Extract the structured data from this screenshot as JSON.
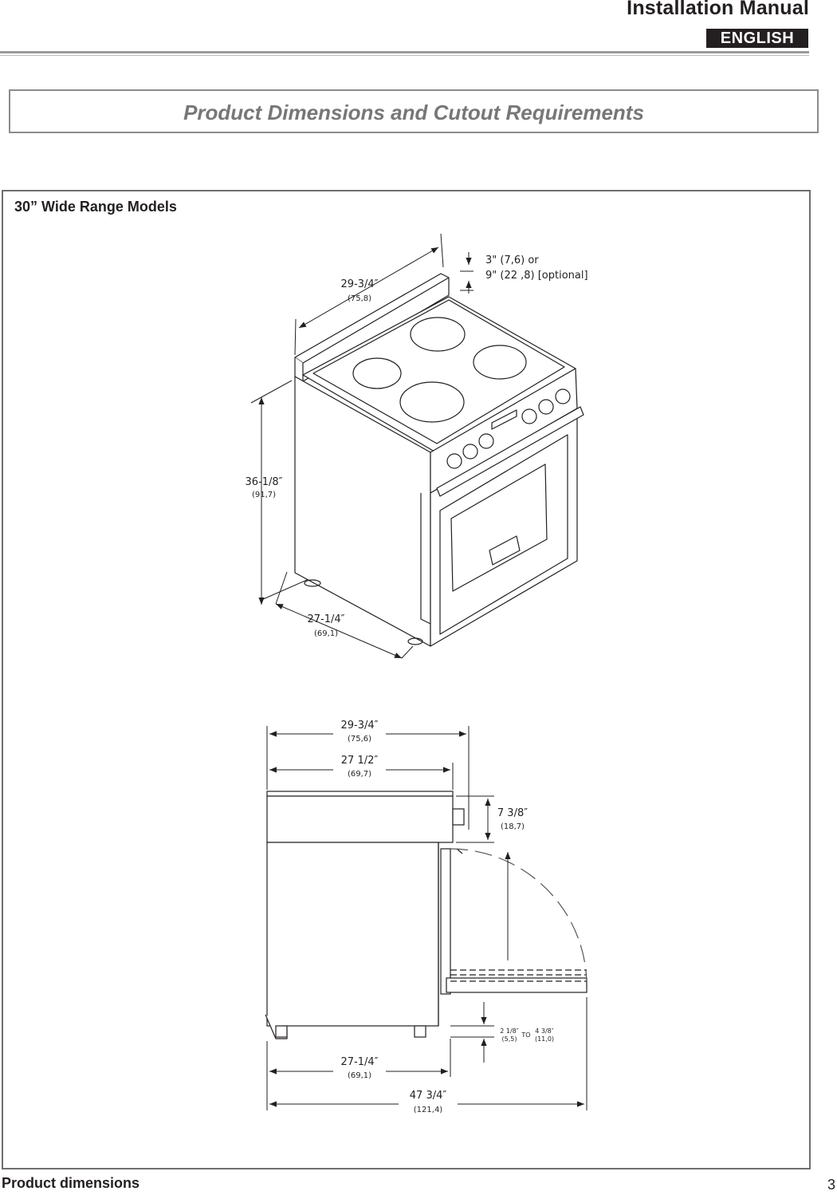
{
  "header": {
    "title": "Installation Manual",
    "language": "ENGLISH"
  },
  "section": {
    "title": "Product Dimensions and Cutout Requirements"
  },
  "panel": {
    "title": "30” Wide Range Models"
  },
  "iso_view": {
    "width": {
      "in": "29-3/4″",
      "cm": "(75,8)"
    },
    "backguard": {
      "line1": "3\" (7,6) or",
      "line2": "9\" (22 ,8) [optional]"
    },
    "height": {
      "in": "36-1/8″",
      "cm": "(91,7)"
    },
    "depth": {
      "in": "27-1/4″",
      "cm": "(69,1)"
    }
  },
  "side_view": {
    "overall_depth": {
      "in": "29-3/4″",
      "cm": "(75,6)"
    },
    "body_depth": {
      "in": "27 1/2″",
      "cm": "(69,7)"
    },
    "control_height": {
      "in": "7 3/8″",
      "cm": "(18,7)"
    },
    "leg_min": {
      "in": "2 1/8″",
      "cm": "(5,5)"
    },
    "leg_to": "TO",
    "leg_max": {
      "in": "4 3/8″",
      "cm": "(11,0)"
    },
    "base_depth": {
      "in": "27-1/4″",
      "cm": "(69,1)"
    },
    "door_open_depth": {
      "in": "47 3/4″",
      "cm": "(121,4)"
    }
  },
  "footer": {
    "caption": "Product dimensions",
    "page": "3"
  }
}
